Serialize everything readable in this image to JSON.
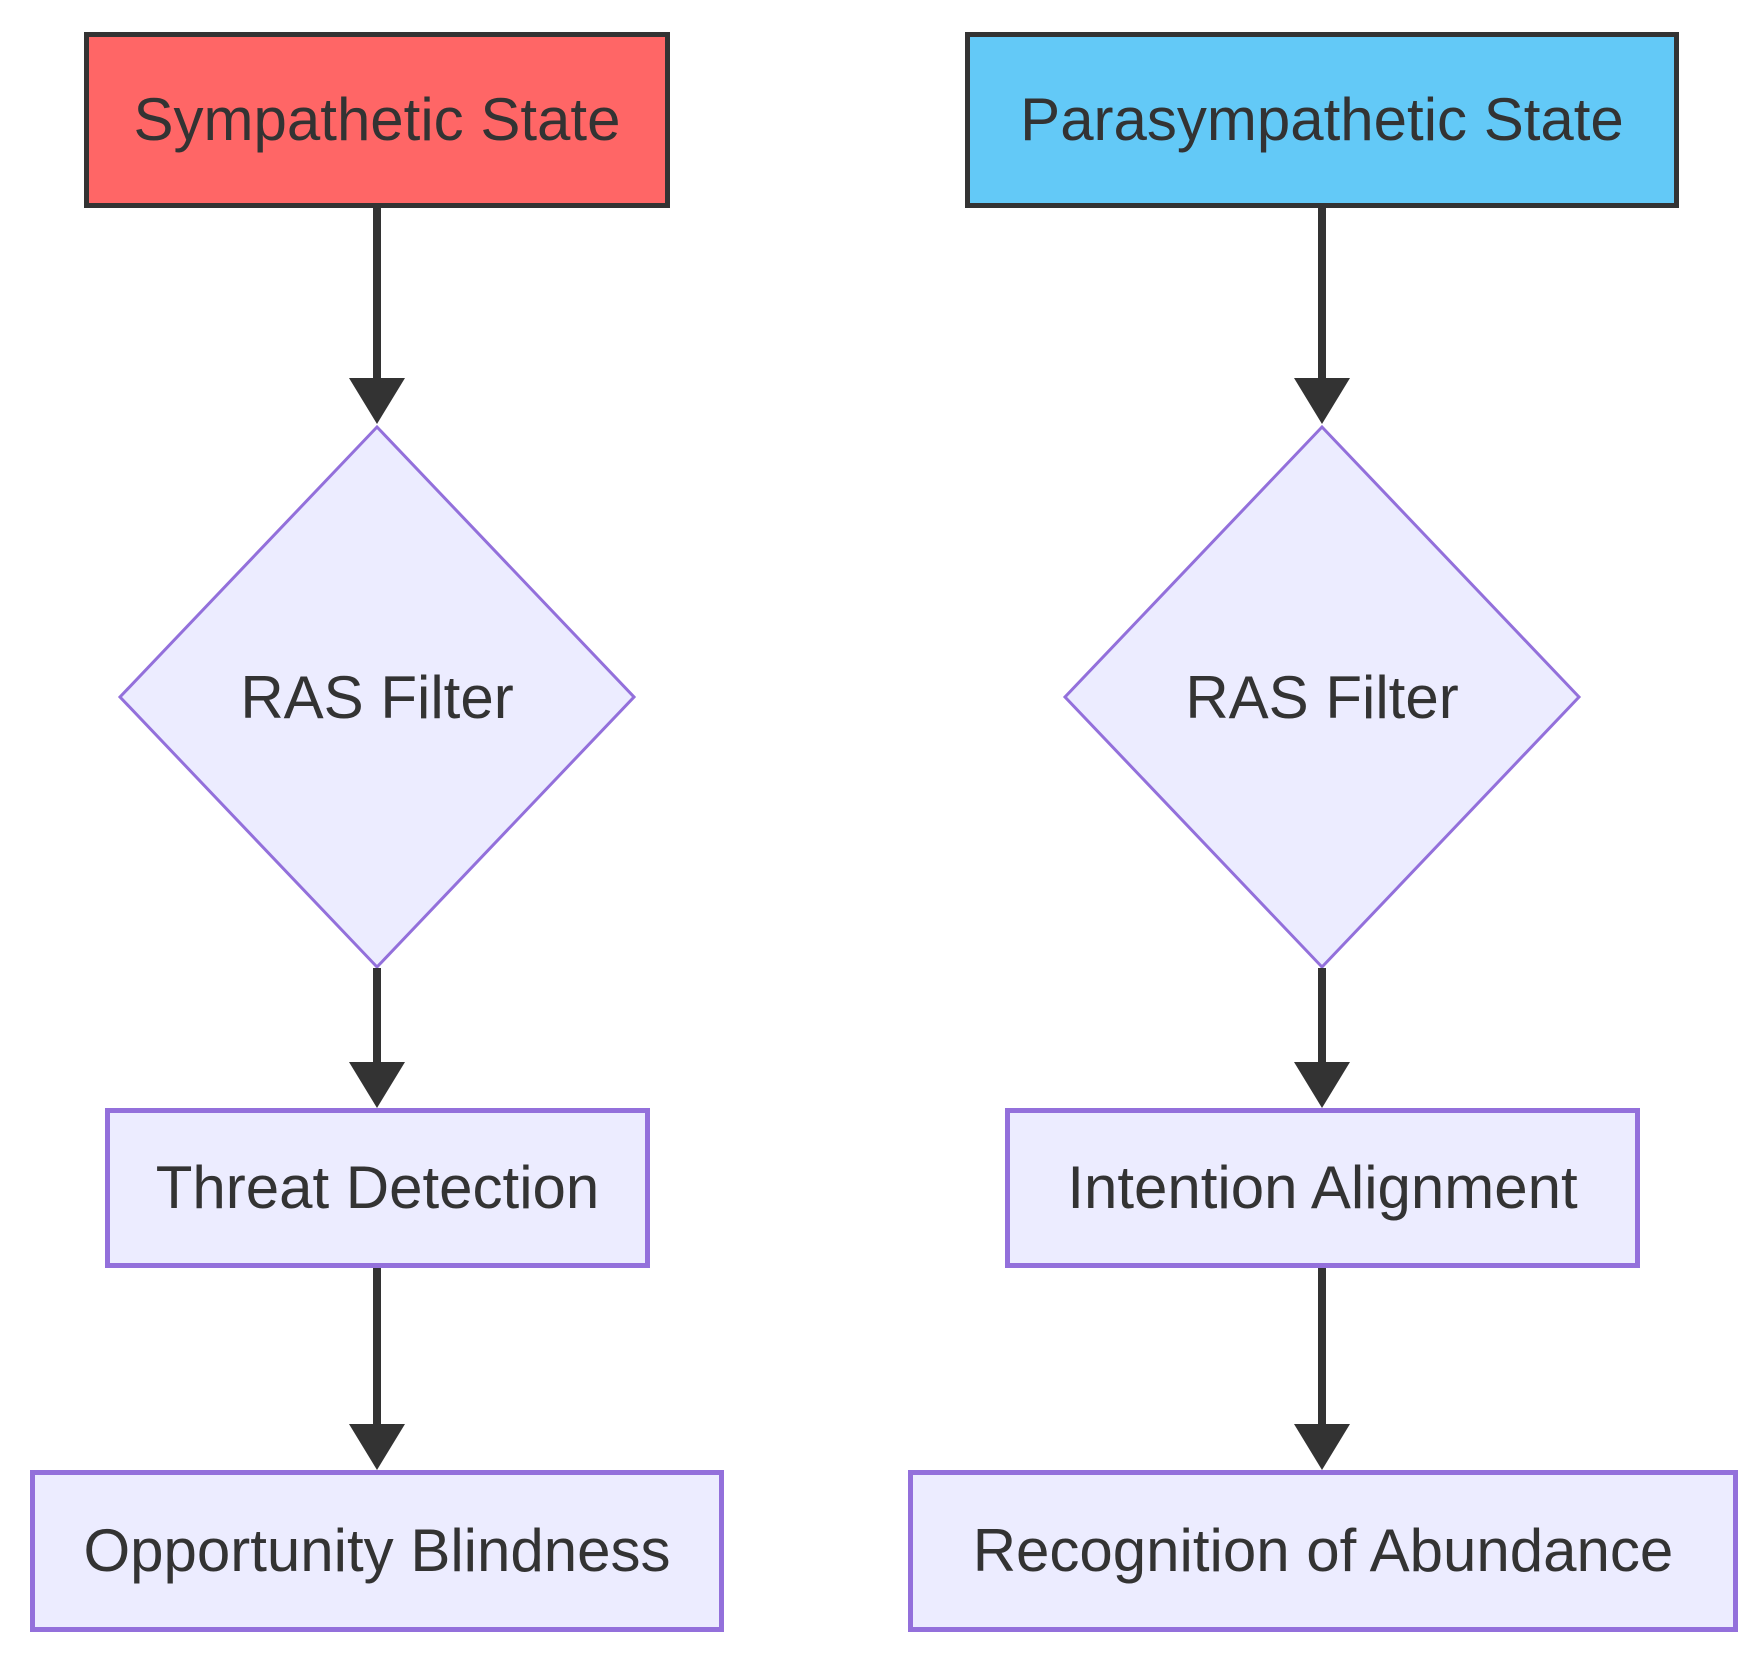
{
  "colors": {
    "background": "#ffffff",
    "text": "#333333",
    "arrow": "#333333",
    "top-border": "#333333",
    "node-border": "#9370db",
    "node-fill": "#ececff",
    "sympathetic-fill": "#ff6666",
    "parasympathetic-fill": "#63c9f7"
  },
  "flowchart": {
    "left": {
      "state": "Sympathetic State",
      "filter": "RAS Filter",
      "process": "Threat Detection",
      "outcome": "Opportunity Blindness"
    },
    "right": {
      "state": "Parasympathetic State",
      "filter": "RAS Filter",
      "process": "Intention Alignment",
      "outcome": "Recognition of Abundance"
    }
  }
}
